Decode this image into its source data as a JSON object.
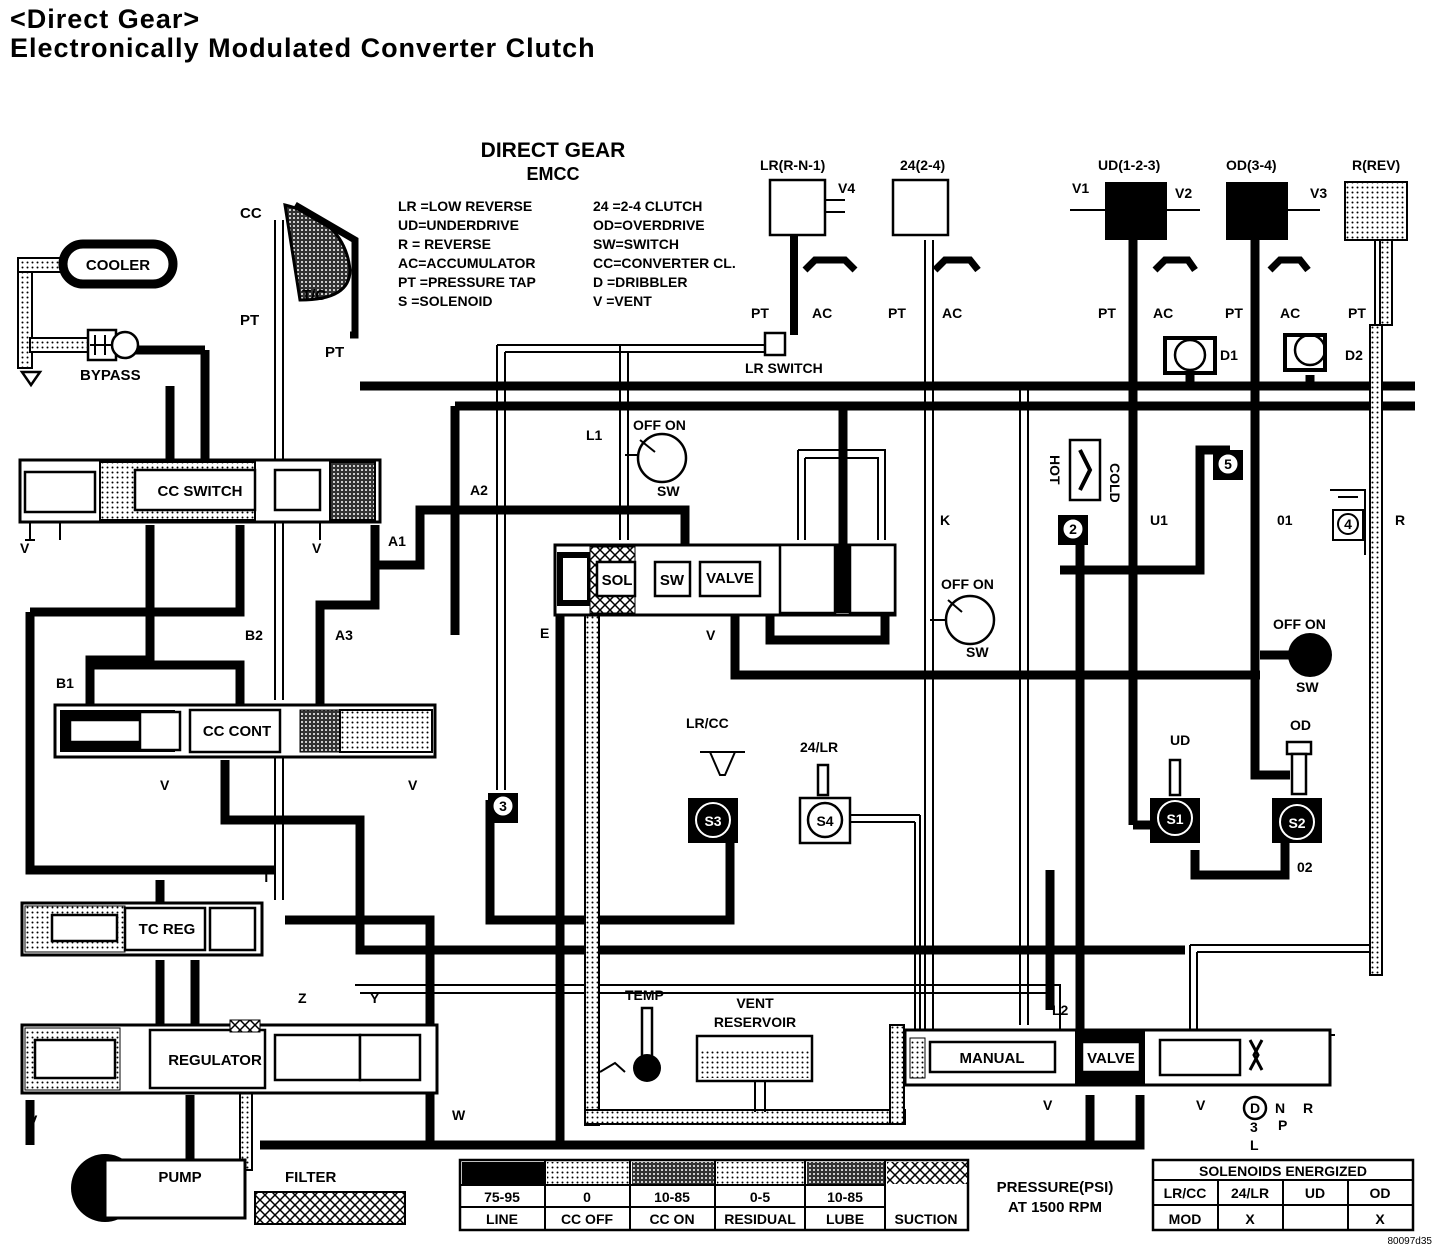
{
  "title": {
    "line1": "<Direct Gear>",
    "line2": "Electronically Modulated Converter Clutch"
  },
  "diagram_heading": {
    "line1": "DIRECT GEAR",
    "line2": "EMCC"
  },
  "abbreviations": [
    {
      "text": "LR =LOW REVERSE"
    },
    {
      "text": "UD=UNDERDRIVE"
    },
    {
      "text": "R  = REVERSE"
    },
    {
      "text": "AC=ACCUMULATOR"
    },
    {
      "text": "PT =PRESSURE TAP"
    },
    {
      "text": "S  =SOLENOID"
    },
    {
      "text": "24  =2-4 CLUTCH"
    },
    {
      "text": "OD=OVERDRIVE"
    },
    {
      "text": "SW=SWITCH"
    },
    {
      "text": "CC=CONVERTER CL."
    },
    {
      "text": "D  =DRIBBLER"
    },
    {
      "text": "V  =VENT"
    }
  ],
  "components": {
    "cooler": "COOLER",
    "bypass": "BYPASS",
    "cc": "CC",
    "tc": "T/C",
    "cc_switch": "CC SWITCH",
    "cc_cont": "CC CONT",
    "tc_reg": "TC REG",
    "regulator": "REGULATOR",
    "pump": "PUMP",
    "filter": "FILTER",
    "sol": "SOL",
    "sw": "SW",
    "valve": "VALVE",
    "lr_switch": "LR SWITCH",
    "temp": "TEMP",
    "vent_reservoir_1": "VENT",
    "vent_reservoir_2": "RESERVOIR",
    "manual": "MANUAL",
    "manual_valve": "VALVE",
    "hot": "HOT",
    "cold": "COLD",
    "off_on": "OFF  ON",
    "sw_label": "SW"
  },
  "clutches": {
    "lr": "LR(R-N-1)",
    "c24": "24(2-4)",
    "ud": "UD(1-2-3)",
    "od": "OD(3-4)",
    "rev": "R(REV)"
  },
  "labels": {
    "v1": "V1",
    "v2": "V2",
    "v3": "V3",
    "v4": "V4",
    "pt": "PT",
    "ac": "AC",
    "d1": "D1",
    "d2": "D2",
    "l1": "L1",
    "l2": "L2",
    "a1": "A1",
    "a2": "A2",
    "a3": "A3",
    "b1": "B1",
    "b2": "B2",
    "e": "E",
    "k": "K",
    "u1": "U1",
    "o1": "01",
    "o2": "02",
    "r": "R",
    "t": "T",
    "z": "Z",
    "y": "Y",
    "w": "W",
    "v": "V",
    "ud": "UD",
    "od": "OD",
    "lr_cc": "LR/CC",
    "c24_lr": "24/LR",
    "s1": "S1",
    "s2": "S2",
    "s3": "S3",
    "s4": "S4",
    "n2": "2",
    "n3": "3",
    "n4": "4",
    "n5": "5",
    "gear_d": "D",
    "gear_3": "3",
    "gear_l": "L",
    "gear_n": "N",
    "gear_p": "P",
    "gear_r": "R"
  },
  "pressure_legend": {
    "values": [
      "75-95",
      "0",
      "10-85",
      "0-5",
      "10-85",
      ""
    ],
    "names": [
      "LINE",
      "CC OFF",
      "CC ON",
      "RESIDUAL",
      "LUBE",
      "SUCTION"
    ],
    "caption_1": "PRESSURE(PSI)",
    "caption_2": "AT 1500 RPM"
  },
  "solenoids_table": {
    "title": "SOLENOIDS ENERGIZED",
    "headers": [
      "LR/CC",
      "24/LR",
      "UD",
      "OD"
    ],
    "row": [
      "MOD",
      "X",
      "",
      "X"
    ]
  },
  "figure_id": "80097d35"
}
